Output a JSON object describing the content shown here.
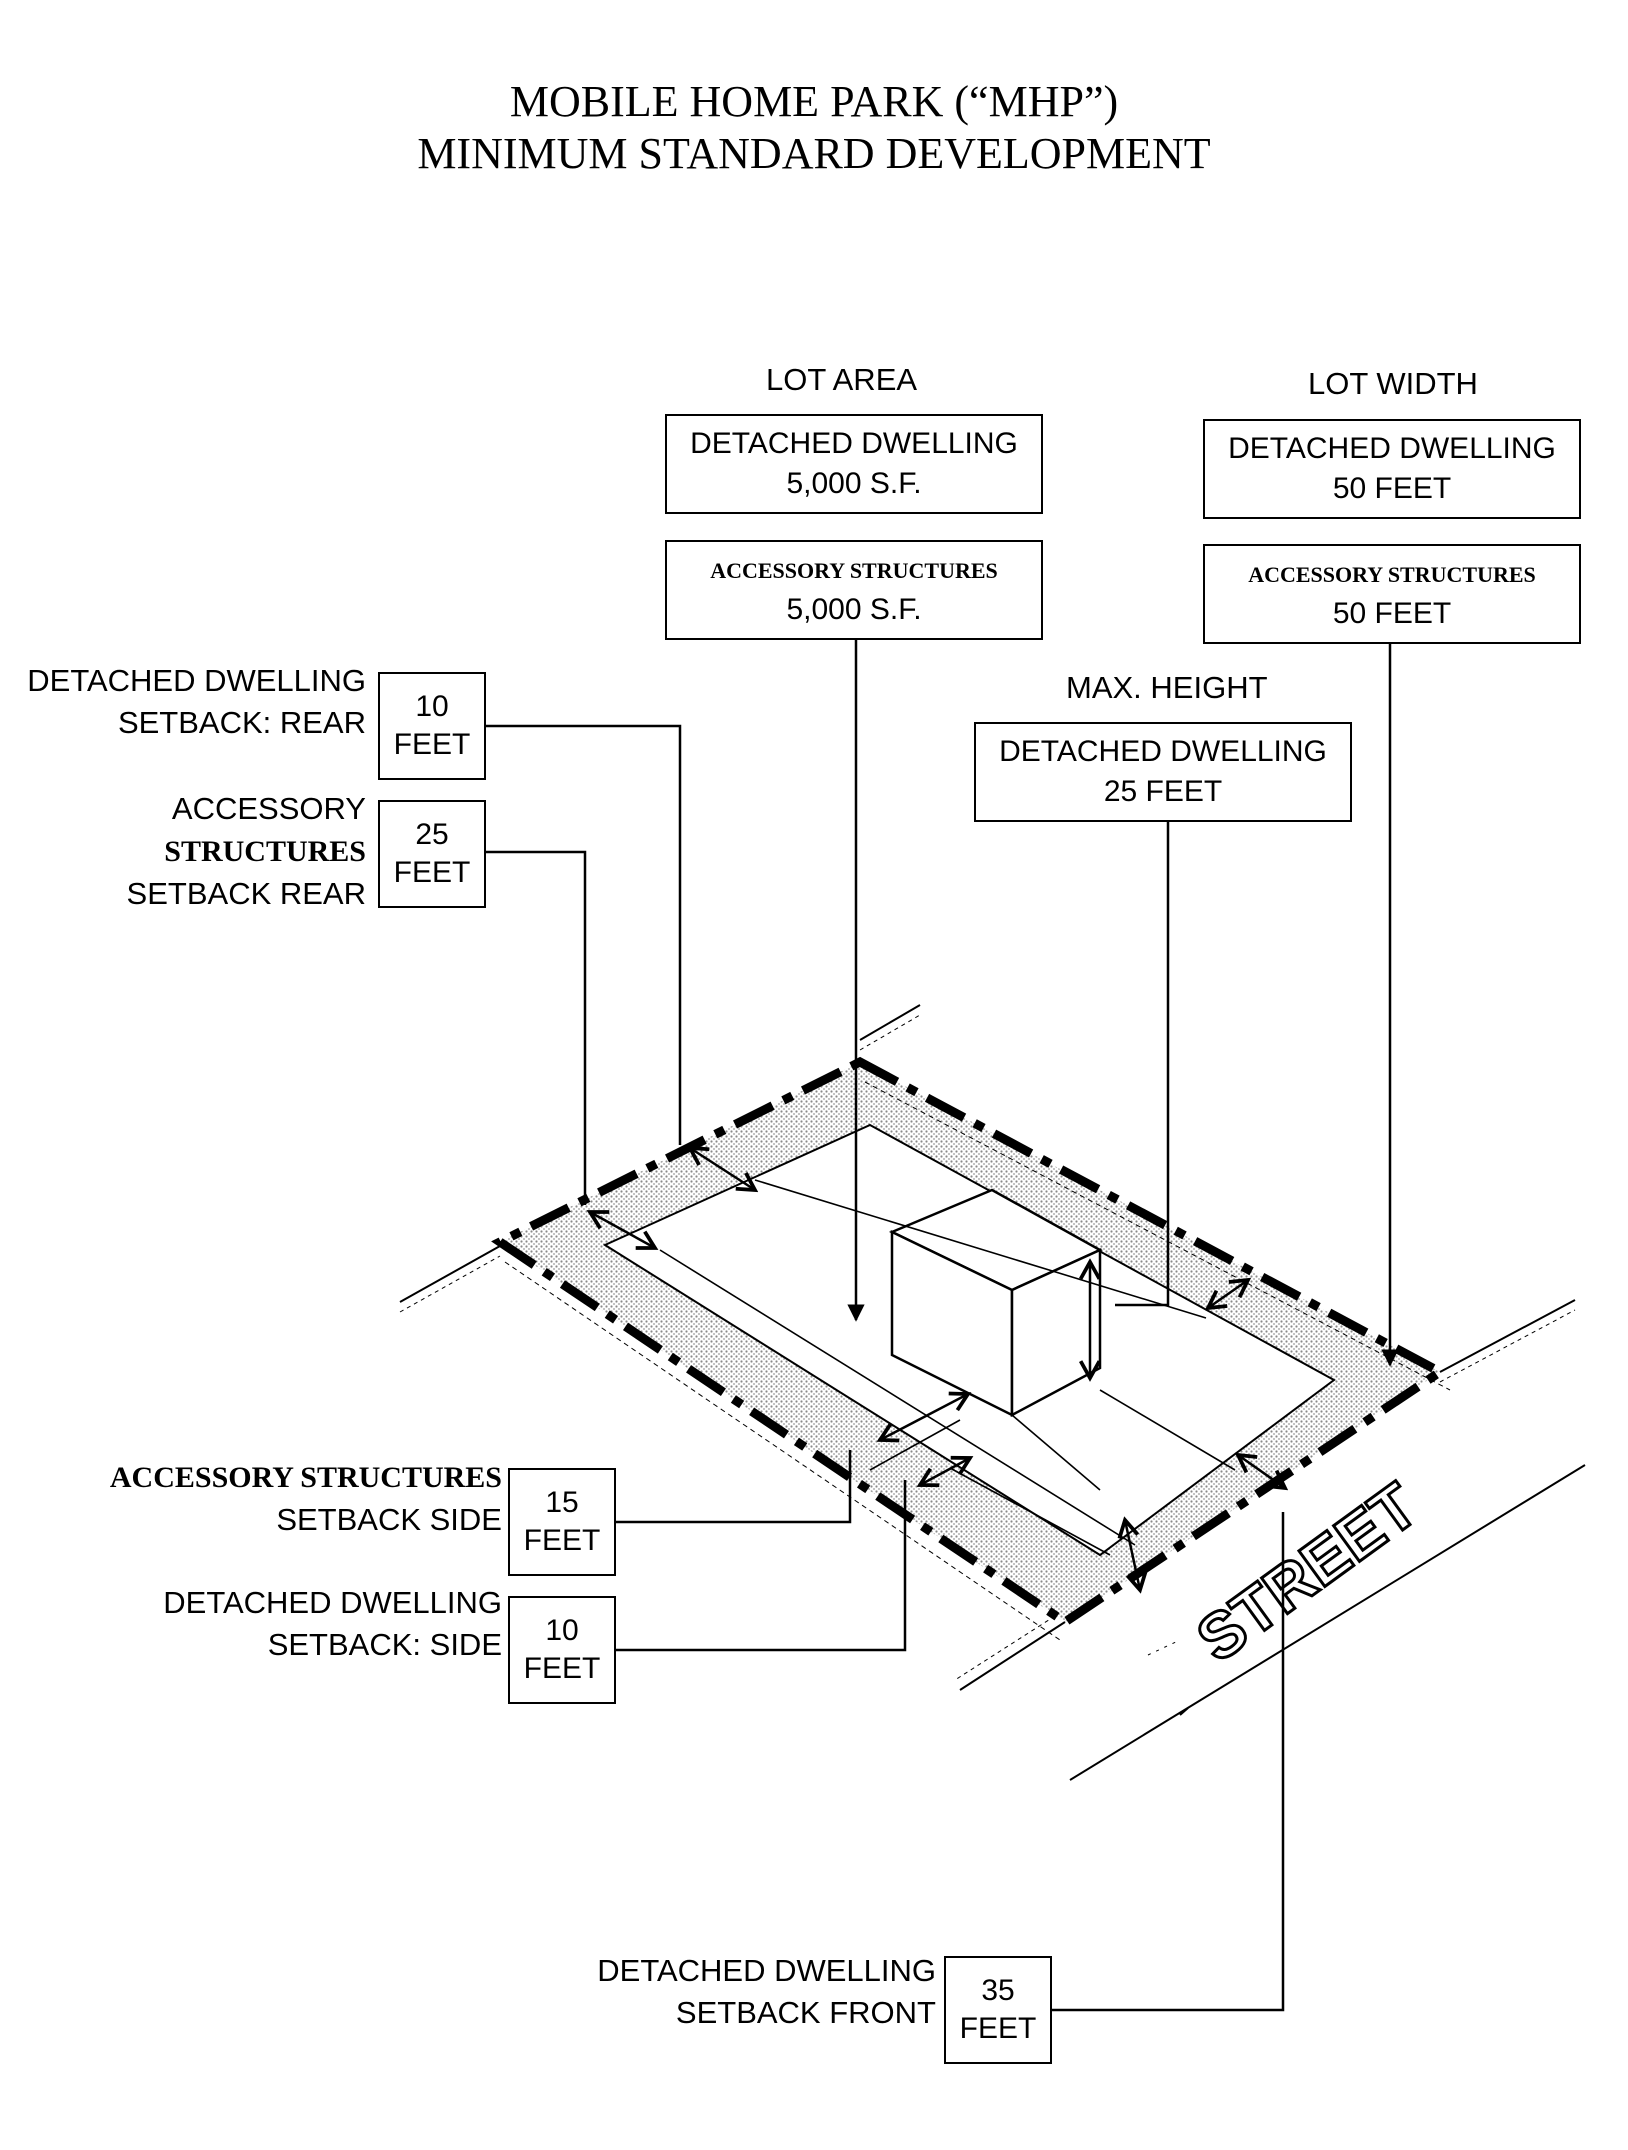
{
  "title": {
    "line1": "MOBILE HOME PARK (“MHP”)",
    "line2": "MINIMUM STANDARD DEVELOPMENT"
  },
  "lot_area": {
    "heading": "LOT AREA",
    "dwelling_label": "DETACHED DWELLING",
    "dwelling_value": "5,000  S.F.",
    "accessory_label": "ACCESSORY STRUCTURES",
    "accessory_value": "5,000  S.F."
  },
  "lot_width": {
    "heading": "LOT WIDTH",
    "dwelling_label": "DETACHED DWELLING",
    "dwelling_value": "50  FEET",
    "accessory_label": "ACCESSORY STRUCTURES",
    "accessory_value": "50  FEET"
  },
  "max_height": {
    "heading": "MAX. HEIGHT",
    "dwelling_label": "DETACHED DWELLING",
    "dwelling_value": "25  FEET"
  },
  "setback_rear_dwelling": {
    "label_line1": "DETACHED DWELLING",
    "label_line2": "SETBACK: REAR",
    "number": "10",
    "unit": "FEET"
  },
  "setback_rear_accessory": {
    "label_line1": "ACCESSORY",
    "label_line2": "STRUCTURES",
    "label_line3": "SETBACK REAR",
    "number": "25",
    "unit": "FEET"
  },
  "setback_side_accessory": {
    "label_line1": "ACCESSORY STRUCTURES",
    "label_line2": "SETBACK SIDE",
    "number": "15",
    "unit": "FEET"
  },
  "setback_side_dwelling": {
    "label_line1": "DETACHED DWELLING",
    "label_line2": "SETBACK: SIDE",
    "number": "10",
    "unit": "FEET"
  },
  "setback_front_dwelling": {
    "label_line1": "DETACHED DWELLING",
    "label_line2": "SETBACK FRONT",
    "number": "35",
    "unit": "FEET"
  },
  "street_label": "STREET"
}
